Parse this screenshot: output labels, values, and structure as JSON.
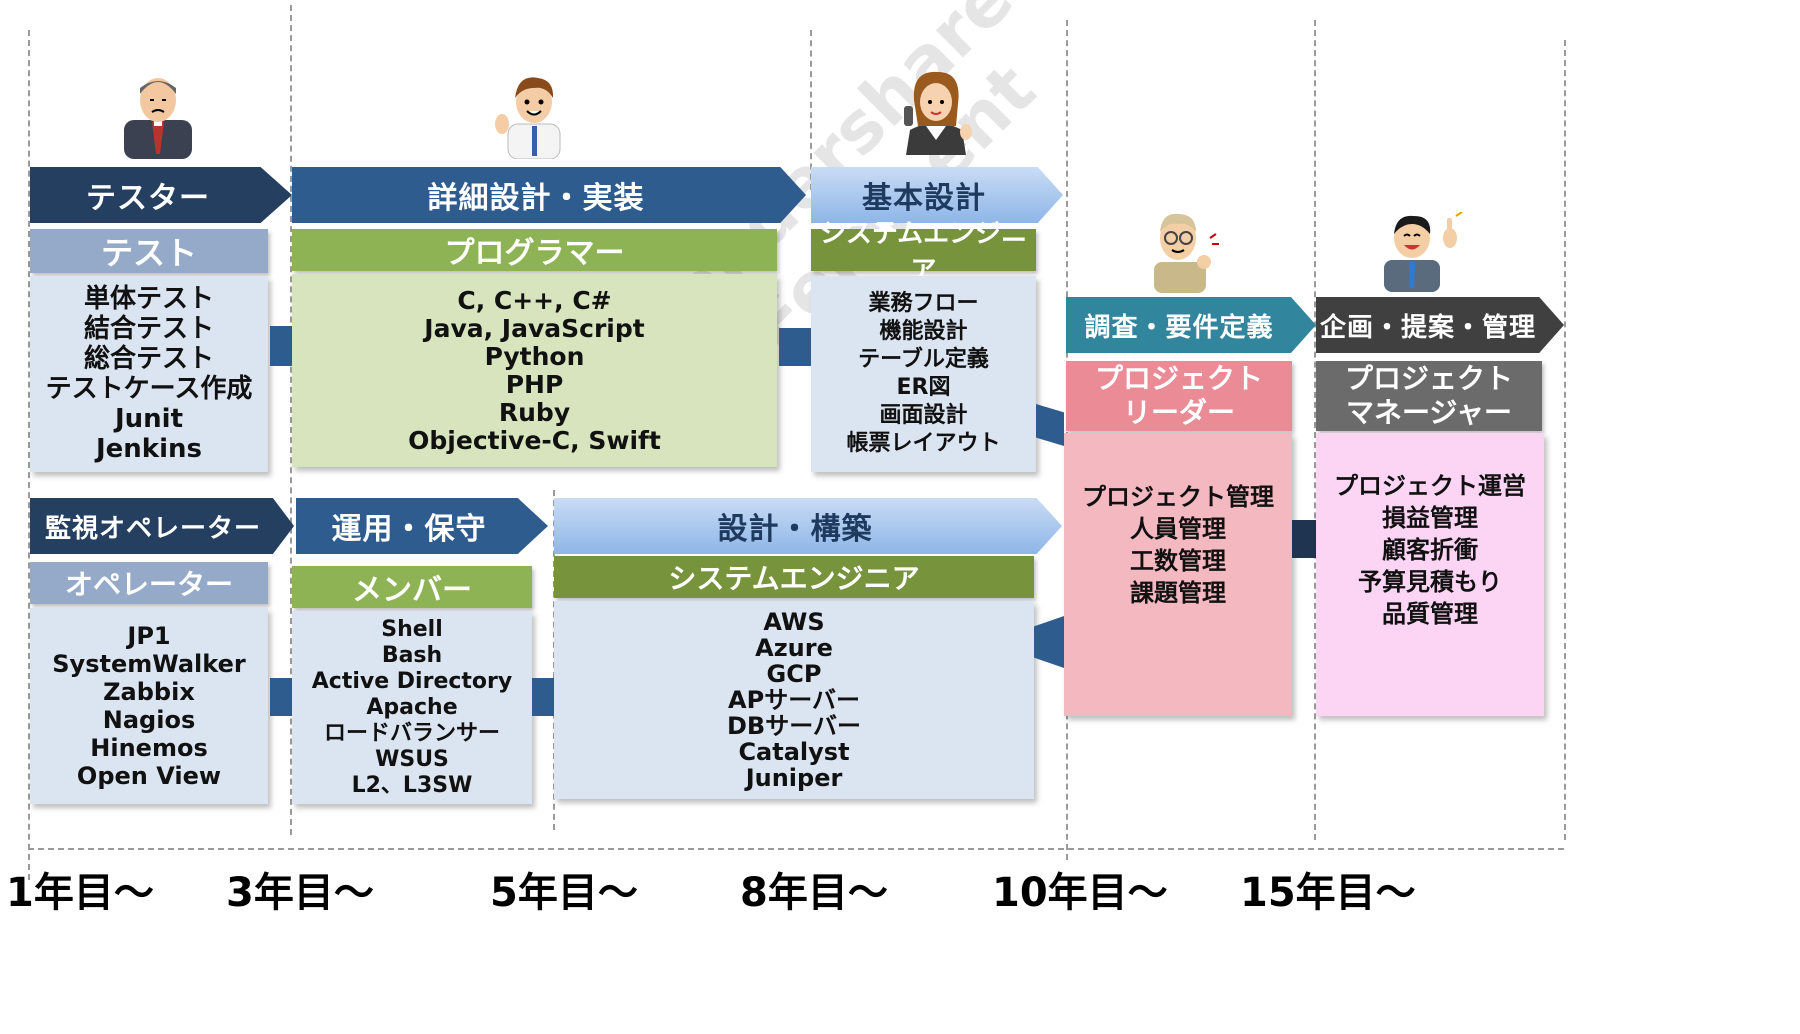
{
  "milestones": [
    "1年目～",
    "3年目～",
    "5年目～",
    "8年目～",
    "10年目～",
    "15年目～"
  ],
  "top_row": {
    "tester": {
      "phase": "テスター",
      "role": "テスト",
      "items": [
        "単体テスト",
        "結合テスト",
        "総合テスト",
        "テストケース作成",
        "Junit",
        "Jenkins"
      ]
    },
    "programmer": {
      "phase": "詳細設計・実装",
      "role": "プログラマー",
      "items": [
        "C, C++, C#",
        "Java, JavaScript",
        "Python",
        "PHP",
        "Ruby",
        "Objective-C, Swift"
      ]
    },
    "se_basic": {
      "phase": "基本設計",
      "role": "システムエンジニア",
      "items": [
        "業務フロー",
        "機能設計",
        "テーブル定義",
        "ER図",
        "画面設計",
        "帳票レイアウト"
      ]
    }
  },
  "bottom_row": {
    "operator": {
      "phase": "監視オペレーター",
      "role": "オペレーター",
      "items": [
        "JP1",
        "SystemWalker",
        "Zabbix",
        "Nagios",
        "Hinemos",
        "Open View"
      ]
    },
    "member": {
      "phase": "運用・保守",
      "role": "メンバー",
      "items": [
        "Shell",
        "Bash",
        "Active Directory",
        "Apache",
        "ロードバランサー",
        "WSUS",
        "L2、L3SW"
      ]
    },
    "se_build": {
      "phase": "設計・構築",
      "role": "システムエンジニア",
      "items": [
        "AWS",
        "Azure",
        "GCP",
        "APサーバー",
        "DBサーバー",
        "Catalyst",
        "Juniper"
      ]
    }
  },
  "leader": {
    "phase": "調査・要件定義",
    "role_line1": "プロジェクト",
    "role_line2": "リーダー",
    "items": [
      "プロジェクト管理",
      "人員管理",
      "工数管理",
      "課題管理"
    ]
  },
  "manager": {
    "phase": "企画・提案・管理",
    "role_line1": "プロジェクト",
    "role_line2": "マネージャー",
    "items": [
      "プロジェクト運営",
      "損益管理",
      "顧客折衝",
      "予算見積もり",
      "品質管理"
    ]
  },
  "watermark": {
    "line1": "Wondershare",
    "line2": "PDFelement"
  },
  "colors": {
    "dark_navy": "#243f60",
    "navy": "#2f5c8f",
    "steel": "#95a9c8",
    "green": "#8db355",
    "teal": "#31859c",
    "pink": "#ea8b96"
  }
}
